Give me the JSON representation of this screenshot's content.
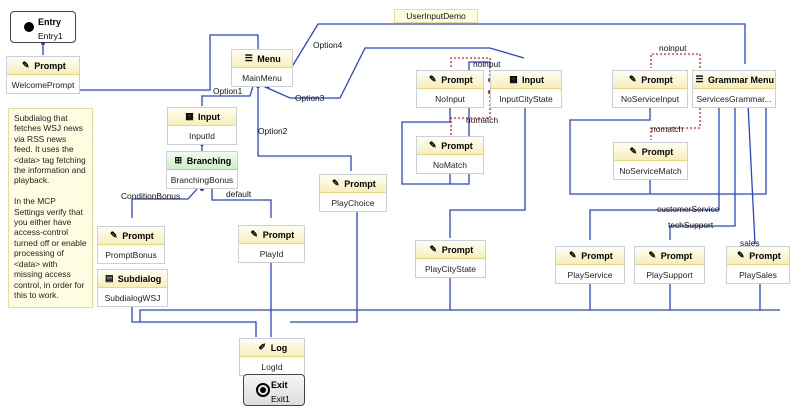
{
  "title": "UserInputDemo",
  "note": "Subdialog that fetches WSJ news via RSS news feed. It uses the <data> tag fetching the information and playback.\n\nIn the MCP Settings verify that you either have access-control turned off or enable processing of <data> with missing access control, in order for this to work.",
  "entry": {
    "type": "Entry",
    "name": "Entry1"
  },
  "exit": {
    "type": "Exit",
    "name": "Exit1"
  },
  "nodes": [
    {
      "id": "welcome",
      "type": "Prompt",
      "name": "WelcomePrompt",
      "icon": "prompt-icon"
    },
    {
      "id": "menu",
      "type": "Menu",
      "name": "MainMenu",
      "icon": "menu-icon"
    },
    {
      "id": "input",
      "type": "Input",
      "name": "InputId",
      "icon": "input-icon"
    },
    {
      "id": "branch",
      "type": "Branching",
      "name": "BranchingBonus",
      "icon": "branching-icon"
    },
    {
      "id": "bonus",
      "type": "Prompt",
      "name": "PromptBonus",
      "icon": "prompt-icon"
    },
    {
      "id": "subdialog",
      "type": "Subdialog",
      "name": "SubdialogWSJ",
      "icon": "subdialog-icon"
    },
    {
      "id": "playid",
      "type": "Prompt",
      "name": "PlayId",
      "icon": "prompt-icon"
    },
    {
      "id": "log",
      "type": "Log",
      "name": "LogId",
      "icon": "log-icon"
    },
    {
      "id": "playchoice",
      "type": "Prompt",
      "name": "PlayChoice",
      "icon": "prompt-icon"
    },
    {
      "id": "noinput",
      "type": "Prompt",
      "name": "NoInput",
      "icon": "prompt-icon"
    },
    {
      "id": "inputcity",
      "type": "Input",
      "name": "InputCityState",
      "icon": "input-icon"
    },
    {
      "id": "nomatch",
      "type": "Prompt",
      "name": "NoMatch",
      "icon": "prompt-icon"
    },
    {
      "id": "playcity",
      "type": "Prompt",
      "name": "PlayCityState",
      "icon": "prompt-icon"
    },
    {
      "id": "nosvcinput",
      "type": "Prompt",
      "name": "NoServiceInput",
      "icon": "prompt-icon"
    },
    {
      "id": "grammarmenu",
      "type": "Grammar Menu",
      "name": "ServicesGrammar...",
      "icon": "menu-icon"
    },
    {
      "id": "nosvcmatch",
      "type": "Prompt",
      "name": "NoServiceMatch",
      "icon": "prompt-icon"
    },
    {
      "id": "playservice",
      "type": "Prompt",
      "name": "PlayService",
      "icon": "prompt-icon"
    },
    {
      "id": "playsupport",
      "type": "Prompt",
      "name": "PlaySupport",
      "icon": "prompt-icon"
    },
    {
      "id": "playsales",
      "type": "Prompt",
      "name": "PlaySales",
      "icon": "prompt-icon"
    }
  ],
  "edge_labels": {
    "option1": "Option1",
    "option2": "Option2",
    "option3": "Option3",
    "option4": "Option4",
    "condition_bonus": "ConditionBonus",
    "default": "default",
    "noinput1": "noinput",
    "nomatch1": "nomatch",
    "noinput2": "noinput",
    "nomatch2": "nomatch",
    "customer_service": "customerService",
    "tech_support": "techSupport",
    "sales": "sales"
  },
  "colors": {
    "wire": "#2a44cc",
    "error_wire": "#e02020",
    "node_border": "#c9cfdb",
    "note_bg": "#fffde1"
  }
}
